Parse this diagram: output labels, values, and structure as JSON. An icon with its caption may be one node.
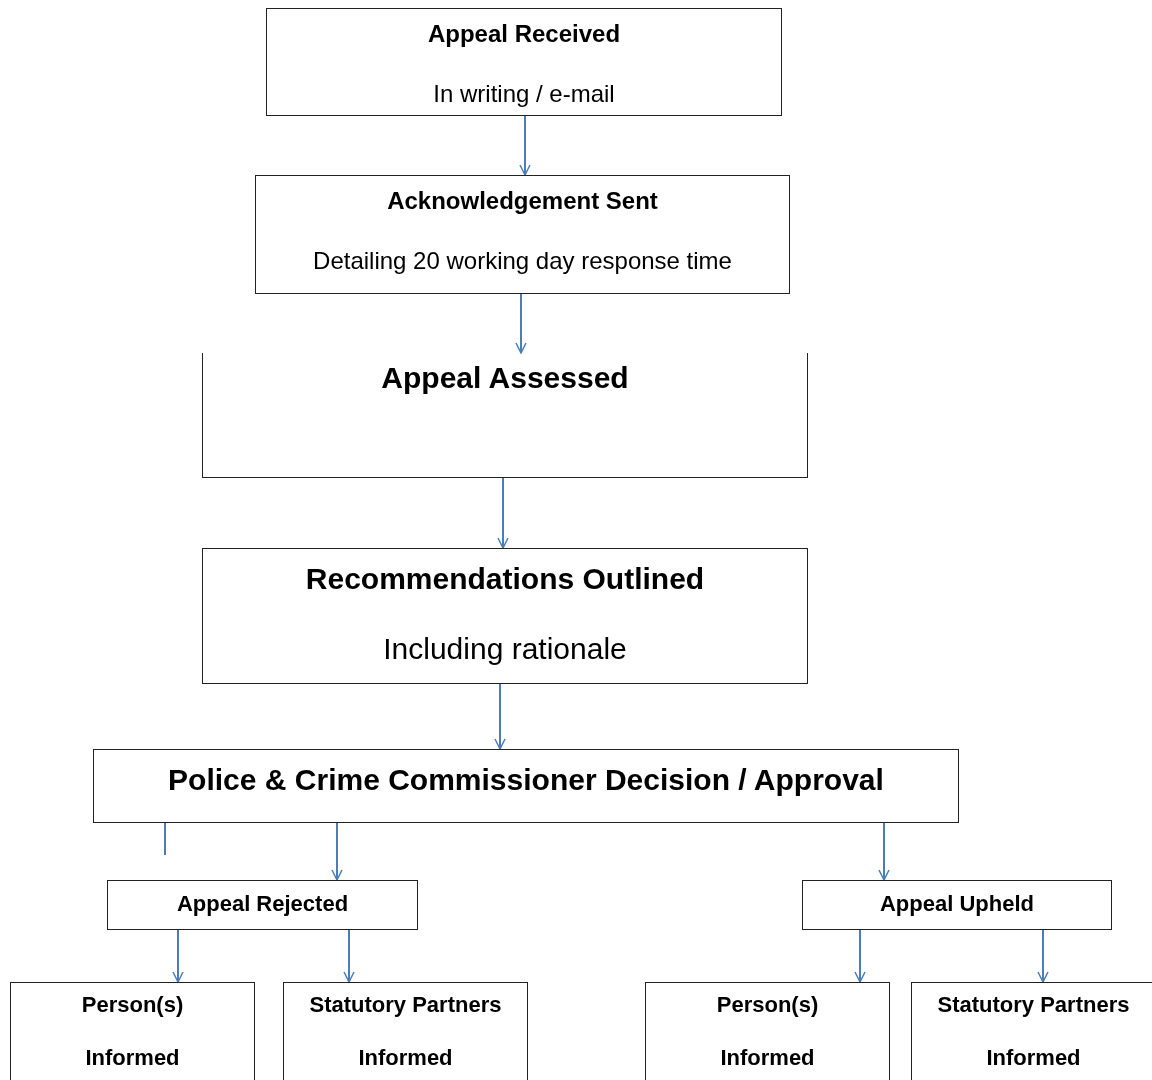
{
  "diagram": {
    "nodes": [
      {
        "text": [
          "Appeal Received",
          "In writing / e-mail"
        ]
      },
      {
        "text": [
          "Acknowledgement Sent",
          "Detailing 20 working day response time"
        ]
      },
      {
        "text": [
          "Appeal Assessed"
        ]
      },
      {
        "text": [
          "Recommendations Outlined",
          "Including rationale"
        ]
      },
      {
        "text": [
          "Police & Crime Commissioner Decision / Approval"
        ]
      },
      {
        "text": [
          "Appeal Rejected"
        ]
      },
      {
        "text": [
          "Appeal Upheld"
        ]
      },
      {
        "text": [
          "Person(s)",
          "Informed"
        ]
      },
      {
        "text": [
          "Statutory Partners",
          "Informed"
        ]
      },
      {
        "text": [
          "Person(s)",
          "Informed"
        ]
      },
      {
        "text": [
          "Statutory Partners",
          "Informed"
        ]
      }
    ],
    "edges": [
      {
        "from": 0,
        "to": 1,
        "arrow": "to"
      },
      {
        "from": 1,
        "to": 2,
        "arrow": "to"
      },
      {
        "from": 2,
        "to": 3,
        "arrow": "to"
      },
      {
        "from": 3,
        "to": 4,
        "arrow": "to"
      },
      {
        "from": 4,
        "to": 5,
        "arrow": "to"
      },
      {
        "from": 4,
        "to": null,
        "arrow": "none"
      },
      {
        "from": 4,
        "to": 6,
        "arrow": "to"
      },
      {
        "from": 5,
        "to": 7,
        "arrow": "to"
      },
      {
        "from": 5,
        "to": 8,
        "arrow": "to"
      },
      {
        "from": 6,
        "to": 9,
        "arrow": "to"
      },
      {
        "from": 6,
        "to": 10,
        "arrow": "to"
      }
    ]
  }
}
